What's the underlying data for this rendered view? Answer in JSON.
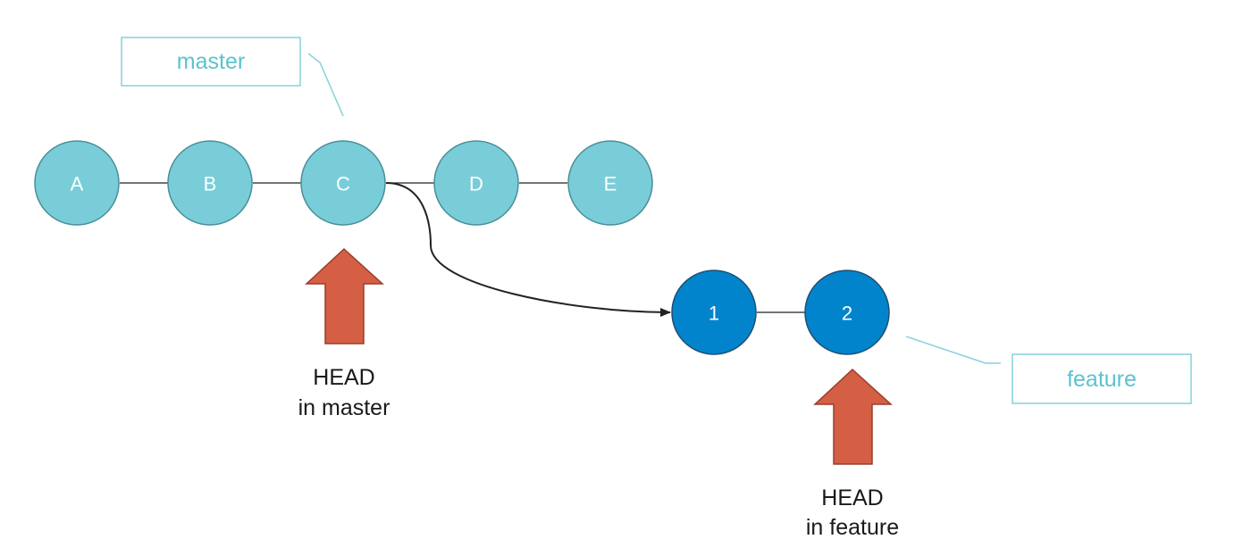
{
  "colors": {
    "main_commit": "#79cdd8",
    "main_commit_stroke": "#4a8f98",
    "feature_commit": "#0284cc",
    "feature_commit_stroke": "#1e4f73",
    "branch_label": "#5bc3cf",
    "head_arrow": "#d45f45",
    "head_arrow_stroke": "#9a3d2b",
    "edge": "#222222"
  },
  "master_commits": [
    "A",
    "B",
    "C",
    "D",
    "E"
  ],
  "feature_commits": [
    "1",
    "2"
  ],
  "branches": {
    "master": "master",
    "feature": "feature"
  },
  "heads": {
    "master": {
      "line1": "HEAD",
      "line2": "in master"
    },
    "feature": {
      "line1": "HEAD",
      "line2": "in feature"
    }
  }
}
